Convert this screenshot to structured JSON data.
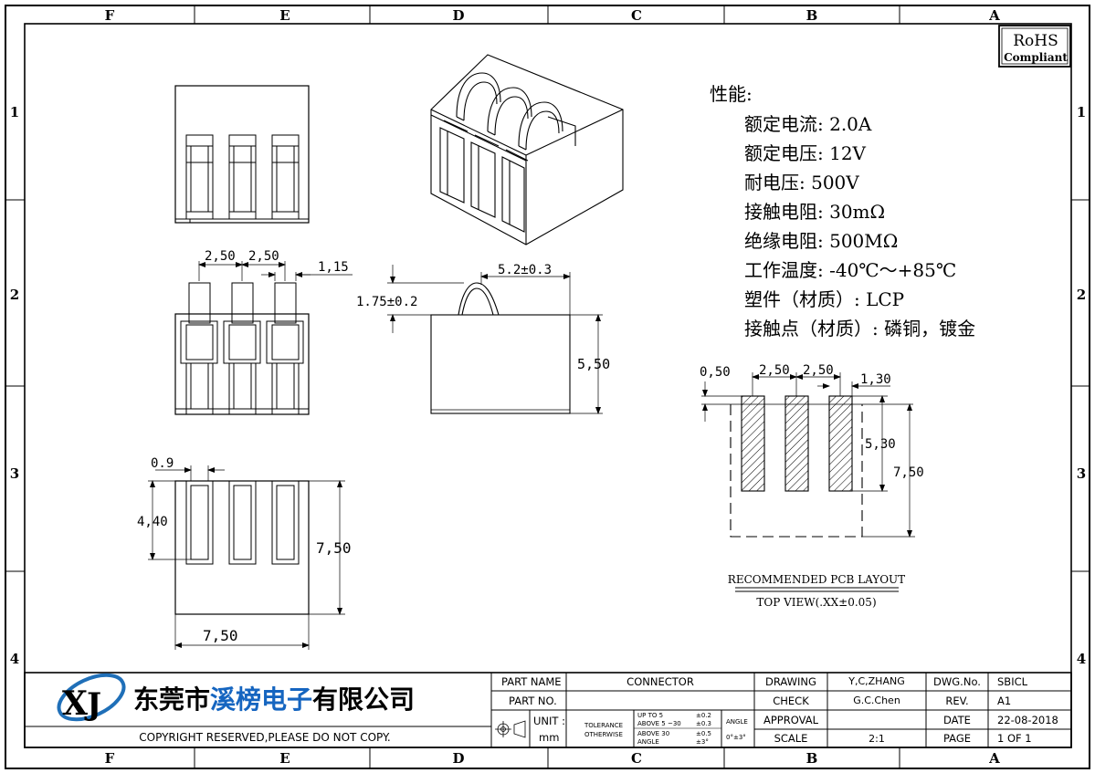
{
  "border": {
    "columns": [
      "F",
      "E",
      "D",
      "C",
      "B",
      "A"
    ],
    "rows": [
      "1",
      "2",
      "3",
      "4"
    ]
  },
  "rohs": {
    "line1": "RoHS",
    "line2": "Compliant"
  },
  "specs": {
    "heading": "性能:",
    "lines": [
      "额定电流: 2.0A",
      "额定电压: 12V",
      "耐电压: 500V",
      "接触电阻: 30mΩ",
      "绝缘电阻: 500MΩ",
      "工作温度: -40℃～+85℃",
      "塑件（材质）: LCP",
      "接触点（材质）: 磷铜，镀金"
    ]
  },
  "dims": {
    "pitch1": "2,50",
    "pitch2": "2,50",
    "pin_width": "1,15",
    "pin_height": "1.75±0.2",
    "top_width": "5.2±0.3",
    "side_height": "5,50",
    "slot_width": "0.9",
    "slot_depth": "4,40",
    "body_height": "7,50",
    "body_width": "7,50"
  },
  "pcb": {
    "edge_offset": "0,50",
    "pitch1": "2,50",
    "pitch2": "2,50",
    "pad_width": "1,30",
    "pad_length": "5,30",
    "outline_height": "7,50",
    "title": "RECOMMENDED PCB LAYOUT",
    "subtitle": "TOP VIEW(.XX±0.05)"
  },
  "title_block": {
    "company": {
      "part1": "东莞市",
      "part2": "溪榜",
      "part3": "电子",
      "part4": "有限公司"
    },
    "copyright": "COPYRIGHT RESERVED,PLEASE DO NOT COPY.",
    "part_name_label": "PART NAME",
    "part_name": "CONNECTOR",
    "part_no_label": "PART NO.",
    "part_no": "",
    "unit_label": "UNIT :",
    "unit": "mm",
    "tolerance_label": "TOLERANCE",
    "otherwise_label": "OTHERWISE",
    "tol_rows": [
      {
        "range": "UP TO 5",
        "value": "±0.2"
      },
      {
        "range": "ABOVE 5 ~30",
        "value": "±0.3"
      },
      {
        "range": "ABOVE 30",
        "value": "±0.5"
      },
      {
        "range": "ANGLE",
        "value": "±3°"
      }
    ],
    "angle_label": "ANGLE",
    "angle_value": "0°±3°",
    "drawing_label": "DRAWING",
    "drawing_by": "Y,C,ZHANG",
    "check_label": "CHECK",
    "check_by": "G.C.Chen",
    "approval_label": "APPROVAL",
    "approval_by": "",
    "scale_label": "SCALE",
    "scale": "2:1",
    "dwg_label": "DWG.No.",
    "dwg_no": "SBICL",
    "rev_label": "REV.",
    "rev": "A1",
    "date_label": "DATE",
    "date": "22-08-2018",
    "page_label": "PAGE",
    "page": "1 OF 1"
  },
  "colors": {
    "logo_blue": "#1f6fb8",
    "logo_green": "#2a9a3c",
    "company_blue": "#1565c0"
  }
}
